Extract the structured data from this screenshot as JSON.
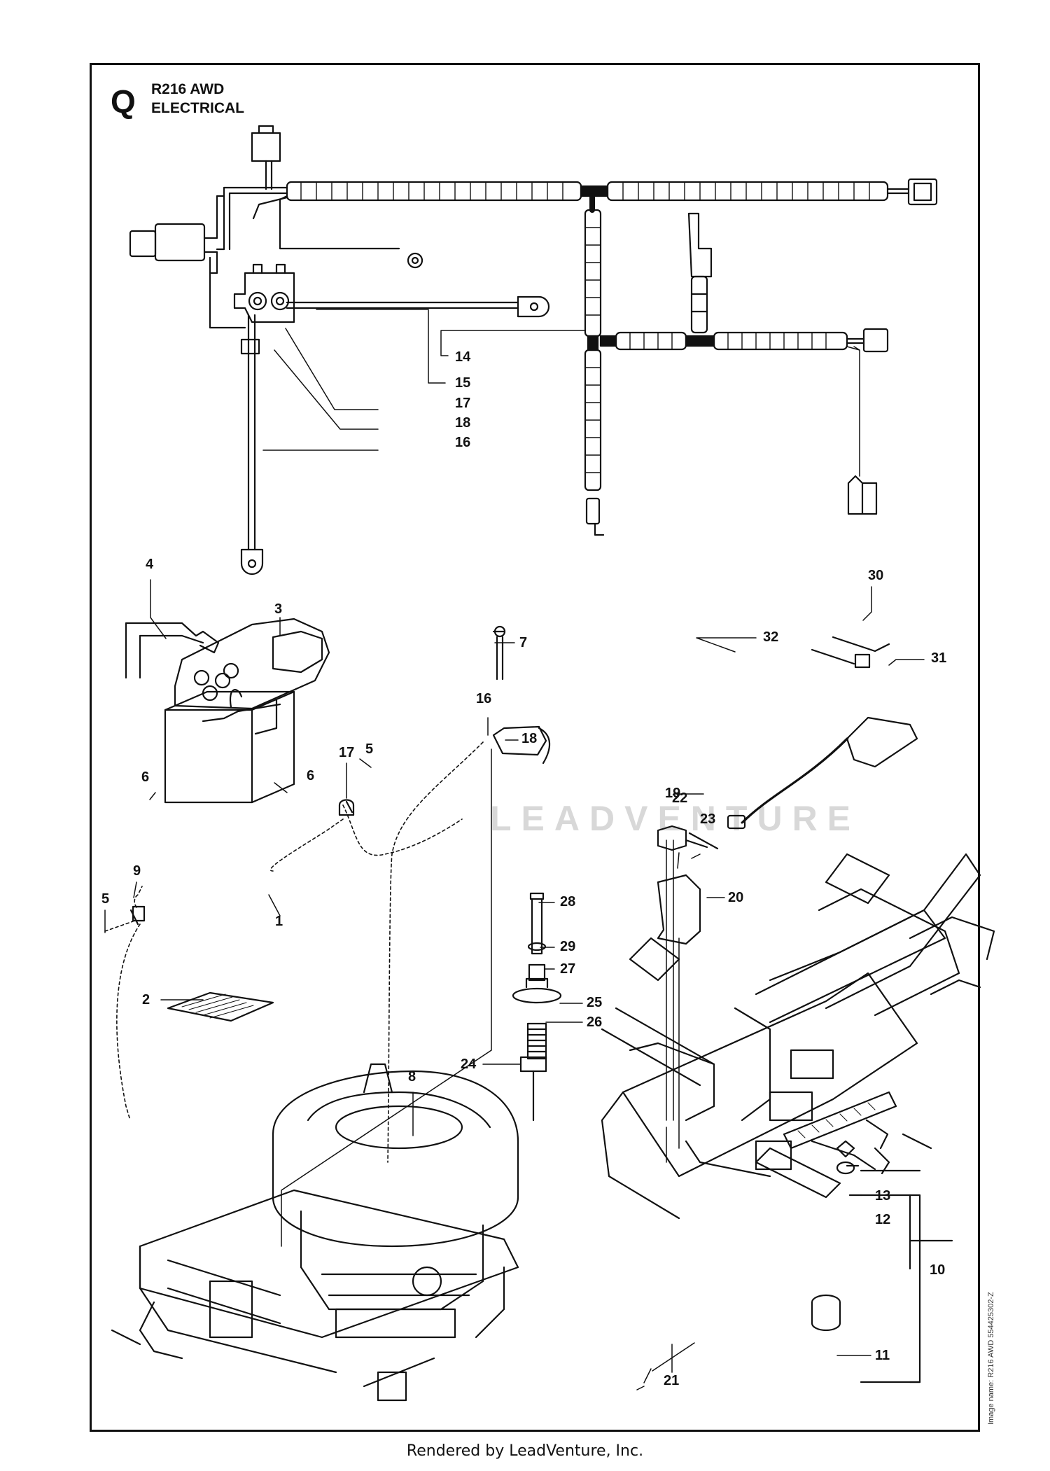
{
  "diagram": {
    "section_letter": "Q",
    "title_line1": "R216 AWD",
    "title_line2": "ELECTRICAL",
    "image_name": "Image name: R216 AWD 554425302-Z",
    "watermark": "LEADVENTURE",
    "footer": "Rendered by LeadVenture, Inc."
  },
  "callouts": [
    {
      "id": "c14",
      "label": "14"
    },
    {
      "id": "c15",
      "label": "15"
    },
    {
      "id": "c17a",
      "label": "17"
    },
    {
      "id": "c18a",
      "label": "18"
    },
    {
      "id": "c16a",
      "label": "16"
    },
    {
      "id": "c4",
      "label": "4"
    },
    {
      "id": "c3",
      "label": "3"
    },
    {
      "id": "c7",
      "label": "7"
    },
    {
      "id": "c30",
      "label": "30"
    },
    {
      "id": "c32",
      "label": "32"
    },
    {
      "id": "c31",
      "label": "31"
    },
    {
      "id": "c16b",
      "label": "16"
    },
    {
      "id": "c18b",
      "label": "18"
    },
    {
      "id": "c19",
      "label": "19"
    },
    {
      "id": "c6a",
      "label": "6"
    },
    {
      "id": "c6b",
      "label": "6"
    },
    {
      "id": "c17b",
      "label": "17"
    },
    {
      "id": "c5a",
      "label": "5"
    },
    {
      "id": "c22",
      "label": "22"
    },
    {
      "id": "c23",
      "label": "23"
    },
    {
      "id": "c9",
      "label": "9"
    },
    {
      "id": "c5b",
      "label": "5"
    },
    {
      "id": "c1",
      "label": "1"
    },
    {
      "id": "c20",
      "label": "20"
    },
    {
      "id": "c28",
      "label": "28"
    },
    {
      "id": "c29",
      "label": "29"
    },
    {
      "id": "c27",
      "label": "27"
    },
    {
      "id": "c2",
      "label": "2"
    },
    {
      "id": "c25",
      "label": "25"
    },
    {
      "id": "c26",
      "label": "26"
    },
    {
      "id": "c24",
      "label": "24"
    },
    {
      "id": "c8",
      "label": "8"
    },
    {
      "id": "c13",
      "label": "13"
    },
    {
      "id": "c12",
      "label": "12"
    },
    {
      "id": "c10",
      "label": "10"
    },
    {
      "id": "c11",
      "label": "11"
    },
    {
      "id": "c21",
      "label": "21"
    }
  ]
}
